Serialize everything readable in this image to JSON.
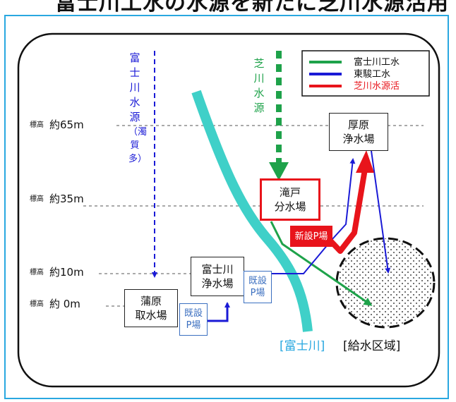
{
  "title": "富士川工水の水源を新たに芝川水源活用",
  "legend": [
    {
      "label": "富士川工水",
      "color": "#1ea24a"
    },
    {
      "label": "東駿工水",
      "color": "#1a1ad6"
    },
    {
      "label": "芝川水源活",
      "color": "#e8141b"
    }
  ],
  "elevations": [
    {
      "prefix": "標高",
      "value": "約65m"
    },
    {
      "prefix": "標高",
      "value": "約35m"
    },
    {
      "prefix": "標高",
      "value": "約10m"
    },
    {
      "prefix": "標高",
      "value": "約 0m"
    }
  ],
  "sources": {
    "fuji": "富士川水源",
    "fuji_note": "（濁質多）",
    "shiba": "芝川水源"
  },
  "facilities": {
    "atsuhara": "厚原\n浄水場",
    "takido": "滝戸\n分水場",
    "fujikawa_plant": "富士川\n浄水場",
    "kambara": "蒲原\n取水場"
  },
  "pumps": {
    "new": "新設P場",
    "existing_1": "既設\nP場",
    "existing_2": "既設\nP場"
  },
  "labels": {
    "river": "[富士川]",
    "supply_area": "[給水区域]"
  }
}
